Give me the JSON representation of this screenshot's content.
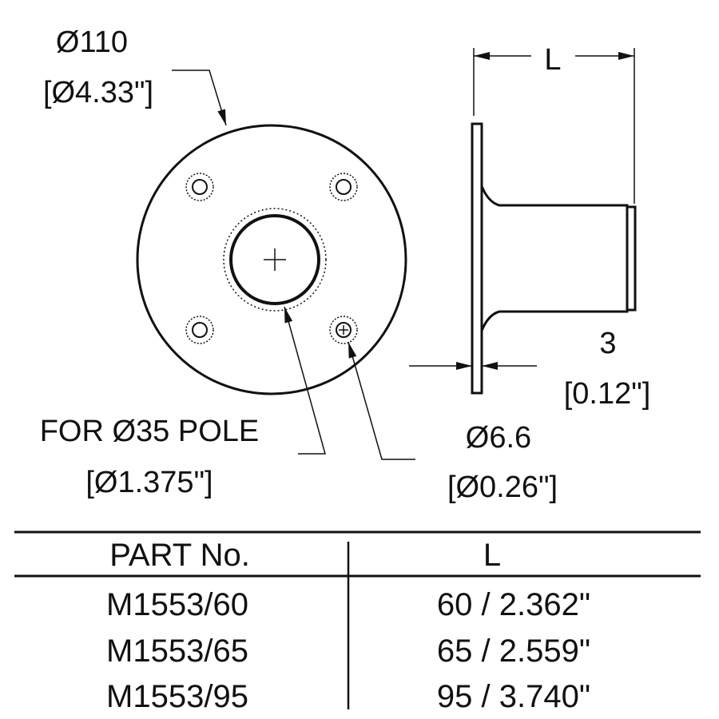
{
  "drawing": {
    "flange_diameter": {
      "metric": "Ø110",
      "imperial": "[Ø4.33\"]"
    },
    "pole": {
      "metric": "FOR Ø35 POLE",
      "imperial": "[Ø1.375\"]"
    },
    "bolt_hole": {
      "metric": "Ø6.6",
      "imperial": "[Ø0.26\"]"
    },
    "thickness": {
      "metric": "3",
      "imperial": "[0.12\"]"
    },
    "length_label": "L"
  },
  "table": {
    "headers": [
      "PART No.",
      "L"
    ],
    "rows": [
      [
        "M1553/60",
        "60 / 2.362\""
      ],
      [
        "M1553/65",
        "65 / 2.559\""
      ],
      [
        "M1553/95",
        "95 / 3.740\""
      ]
    ]
  },
  "colors": {
    "line": "#111111",
    "background": "#ffffff"
  }
}
